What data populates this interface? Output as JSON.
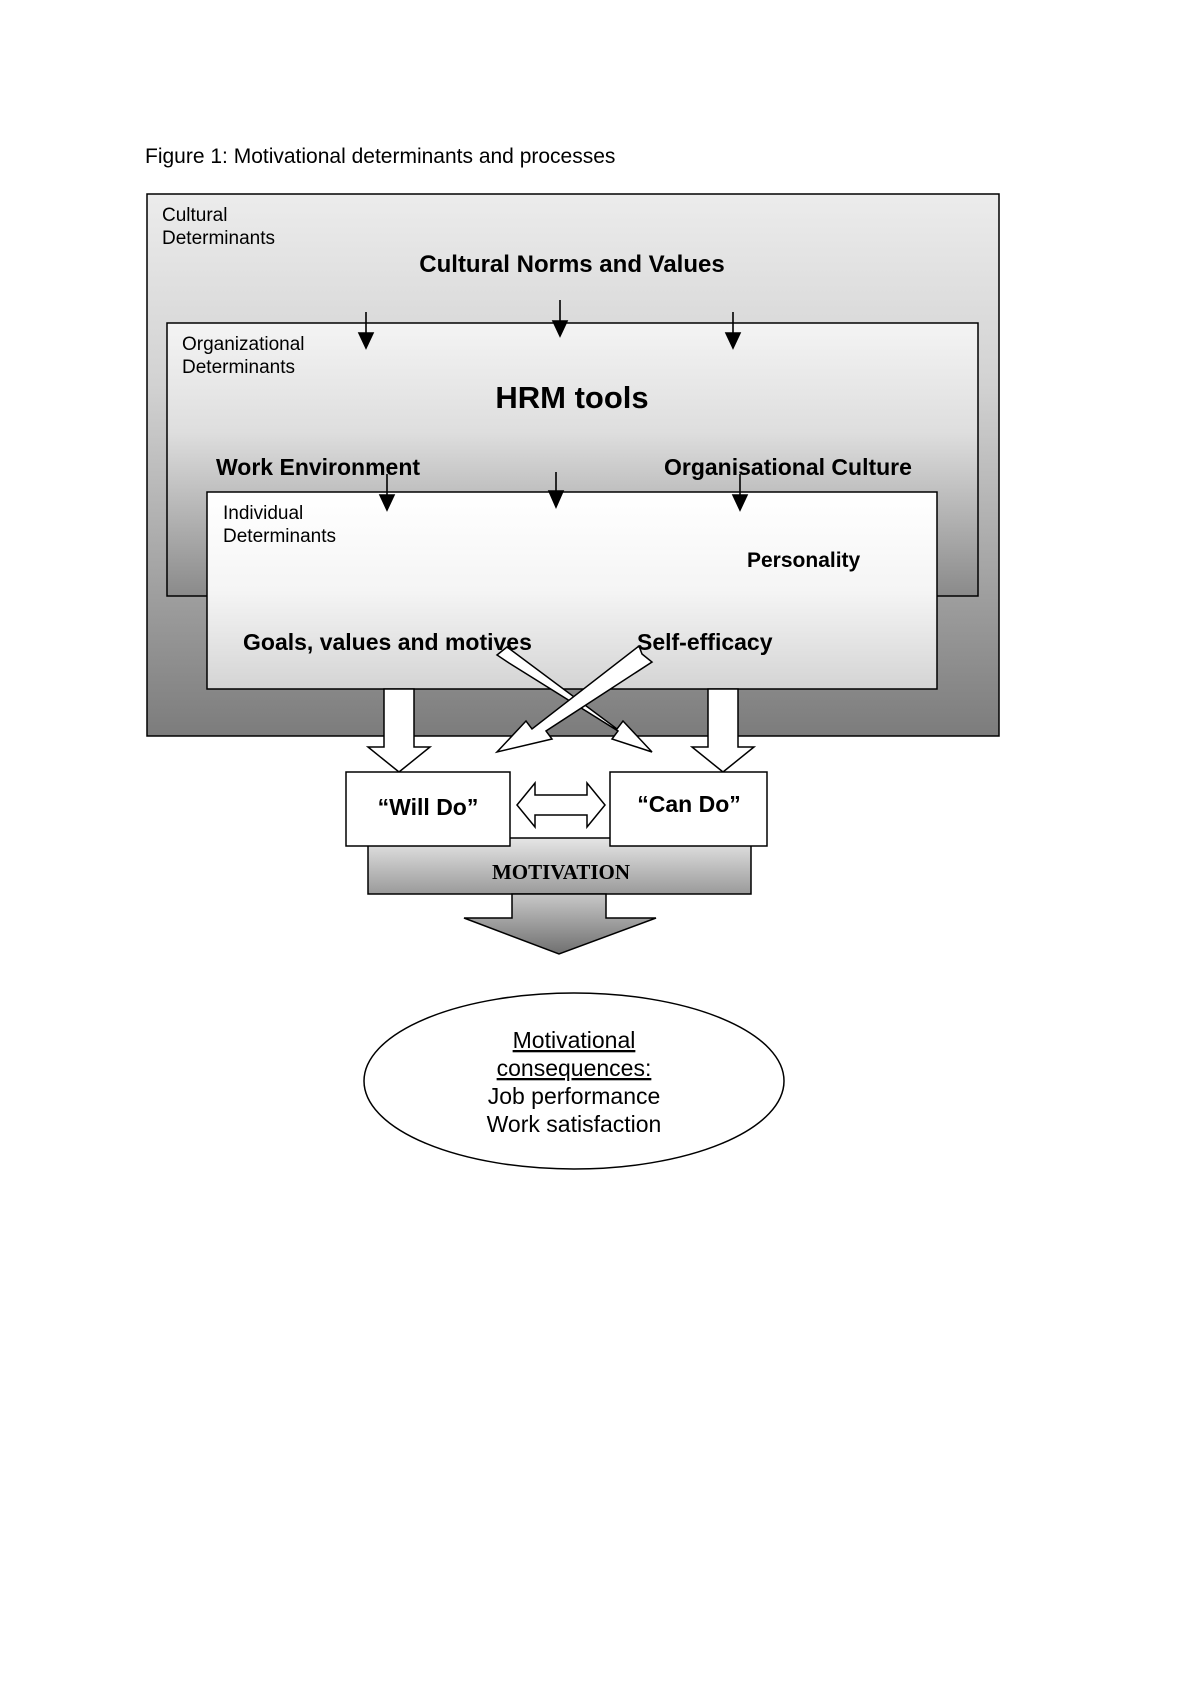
{
  "figure": {
    "caption": "Figure 1: Motivational determinants and processes"
  },
  "cultural": {
    "label_line1": "Cultural",
    "label_line2": "Determinants",
    "heading": "Cultural Norms and Values"
  },
  "organizational": {
    "label_line1": "Organizational",
    "label_line2": "Determinants",
    "heading": "HRM tools",
    "left_item": "Work Environment",
    "right_item": "Organisational Culture"
  },
  "individual": {
    "label_line1": "Individual",
    "label_line2": "Determinants",
    "personality": "Personality",
    "goals": "Goals, values and motives",
    "self_efficacy": "Self-efficacy"
  },
  "outcomes": {
    "will_do": "“Will Do”",
    "can_do": "“Can Do”",
    "motivation": "MOTIVATION"
  },
  "consequences": {
    "title_line1": "Motivational",
    "title_line2": "consequences:",
    "item1": "Job performance",
    "item2": "Work satisfaction"
  }
}
